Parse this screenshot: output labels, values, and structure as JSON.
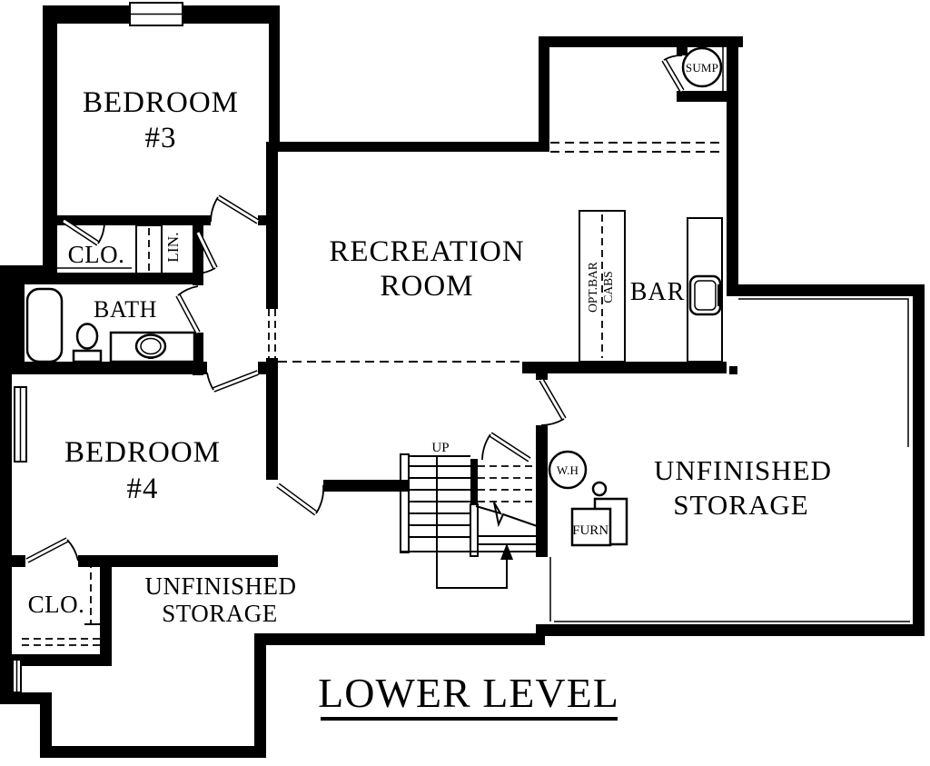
{
  "page": {
    "title": "LOWER LEVEL"
  },
  "rooms": {
    "bedroom3": {
      "line1": "BEDROOM",
      "line2": "#3"
    },
    "bedroom4": {
      "line1": "BEDROOM",
      "line2": "#4"
    },
    "recreation": {
      "line1": "RECREATION",
      "line2": "ROOM"
    },
    "storage_right": {
      "line1": "UNFINISHED",
      "line2": "STORAGE"
    },
    "storage_lower": {
      "line1": "UNFINISHED",
      "line2": "STORAGE"
    },
    "bath": {
      "label": "BATH"
    },
    "bedroom3_closet": {
      "label": "CLO."
    },
    "bedroom4_closet": {
      "label": "CLO."
    },
    "linen_closet": {
      "label": "LIN."
    },
    "bar": {
      "label": "BAR"
    }
  },
  "features": {
    "optional_bar_cabinets": {
      "line1": "OPT.BAR",
      "line2": "CABS"
    },
    "sump_pump": {
      "label": "SUMP"
    },
    "water_heater": {
      "label": "W.H"
    },
    "furnace": {
      "label": "FURN."
    },
    "stairs": {
      "direction": "UP"
    }
  },
  "colors": {
    "ink": "#000000",
    "paper": "#ffffff"
  }
}
